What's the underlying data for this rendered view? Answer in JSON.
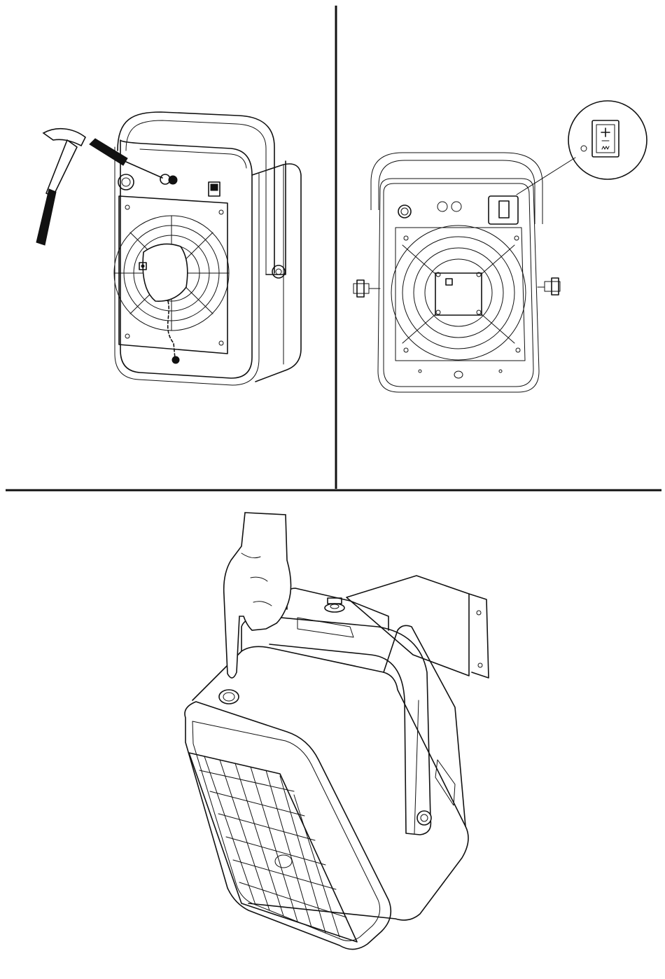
{
  "panels": [
    {
      "id": "panel-drill-wall",
      "description_icon": "hammer-icon"
    },
    {
      "id": "panel-switch-detail",
      "description_icon": "switch-icon"
    },
    {
      "id": "panel-mounted-heater",
      "description_icon": "hand-icon"
    }
  ],
  "colors": {
    "line": "#111111",
    "background": "#ffffff"
  }
}
